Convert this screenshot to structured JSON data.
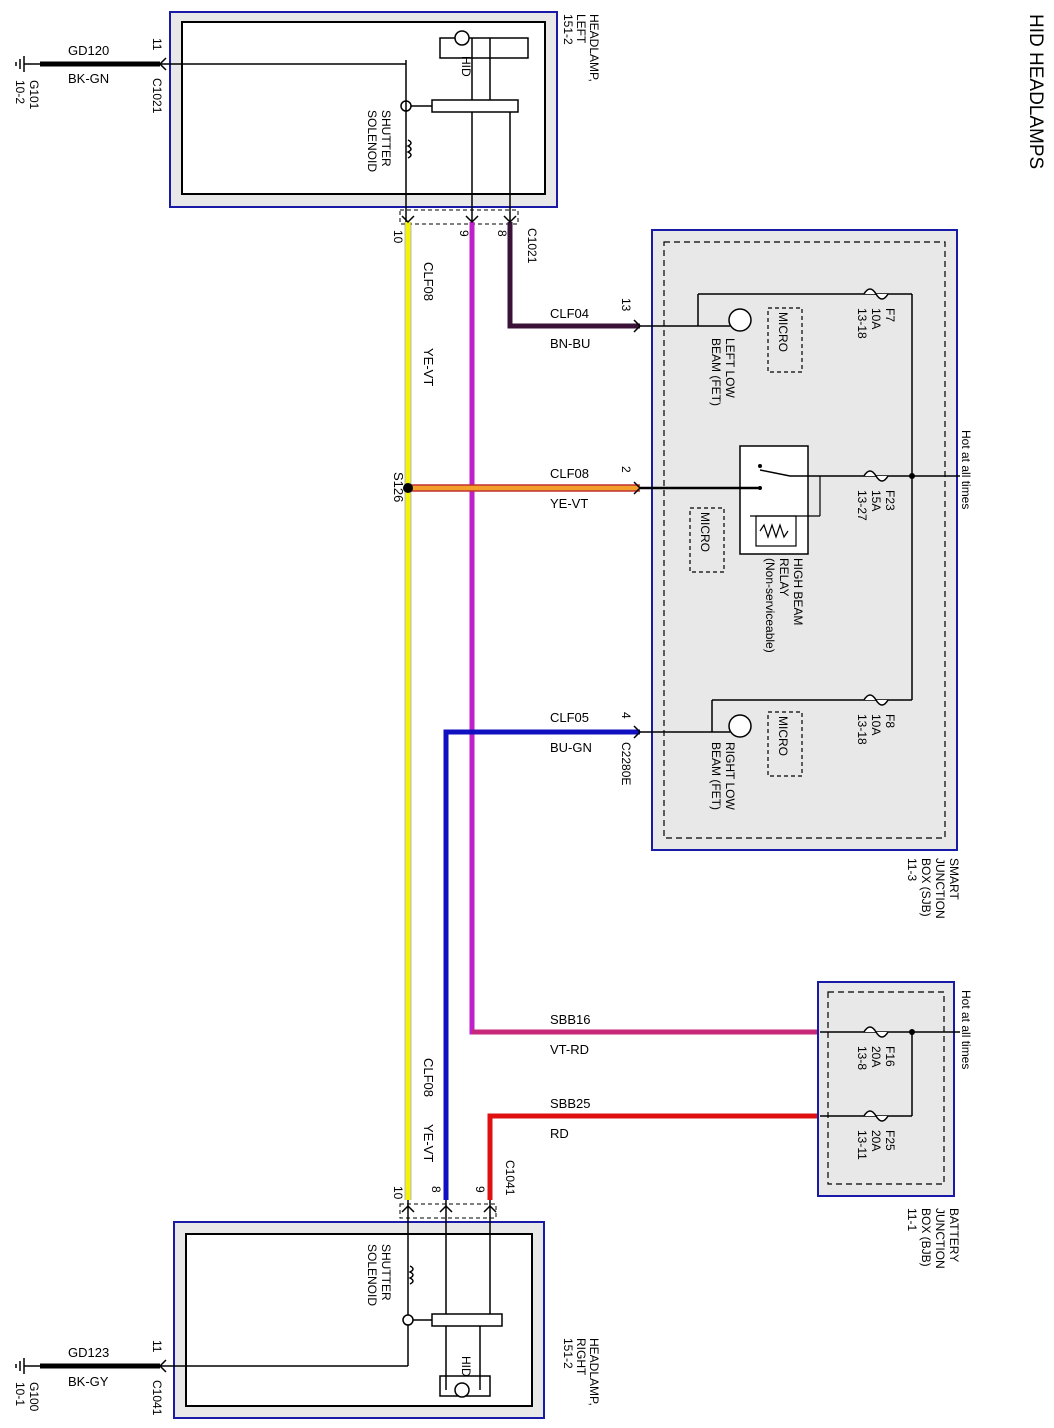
{
  "title": "HID HEADLAMPS",
  "colors": {
    "module_border": "#1a1aa8",
    "module_fill": "#e8e8e8",
    "wire_yellow": "#f2f20a",
    "wire_violet": "#c020c8",
    "wire_brown_blue": "#3a1238",
    "wire_blue": "#1010c0",
    "wire_red": "#e01010",
    "wire_violet_red": "#c8287a",
    "wire_black": "#000000"
  },
  "headlamp_left": {
    "name": "HEADLAMP,",
    "side": "LEFT",
    "ref": "151-2",
    "hid_label": "HID",
    "solenoid_line1": "SHUTTER",
    "solenoid_line2": "SOLENOID",
    "connector": "C1021",
    "pin_ground": "11",
    "pins": [
      "10",
      "9",
      "8"
    ]
  },
  "headlamp_right": {
    "name": "HEADLAMP,",
    "side": "RIGHT",
    "ref": "151-2",
    "hid_label": "HID",
    "solenoid_line1": "SHUTTER",
    "solenoid_line2": "SOLENOID",
    "connector": "C1041",
    "pin_ground": "11",
    "pins": [
      "10",
      "8",
      "9"
    ]
  },
  "grounds": {
    "left": {
      "circuit": "GD120",
      "color_code": "BK-GN",
      "ground": "G101",
      "ref": "10-2"
    },
    "right": {
      "circuit": "GD123",
      "color_code": "BK-GY",
      "ground": "G100",
      "ref": "10-1"
    }
  },
  "splice": "S126",
  "sjb": {
    "line1": "SMART",
    "line2": "JUNCTION",
    "line3": "BOX (SJB)",
    "ref": "11-3",
    "hot": "Hot at all times",
    "connector": "C2280E",
    "micro": "MICRO",
    "fuses": [
      {
        "id": "F7",
        "rating": "10A",
        "ref": "13-18"
      },
      {
        "id": "F23",
        "rating": "15A",
        "ref": "13-27"
      },
      {
        "id": "F8",
        "rating": "10A",
        "ref": "13-18"
      }
    ],
    "left_low_beam": [
      "LEFT LOW",
      "BEAM (FET)"
    ],
    "right_low_beam": [
      "RIGHT LOW",
      "BEAM (FET)"
    ],
    "relay": [
      "HIGH BEAM",
      "RELAY",
      "(Non-serviceable)"
    ]
  },
  "bjb": {
    "line1": "BATTERY",
    "line2": "JUNCTION",
    "line3": "BOX (BJB)",
    "ref": "11-1",
    "hot": "Hot at all times",
    "fuses": [
      {
        "id": "F16",
        "rating": "20A",
        "ref": "13-8"
      },
      {
        "id": "F25",
        "rating": "20A",
        "ref": "13-11"
      }
    ]
  },
  "circuits": {
    "clf04": {
      "circuit": "CLF04",
      "color_code": "BN-BU",
      "pin": "13"
    },
    "clf08": {
      "circuit": "CLF08",
      "color_code": "YE-VT",
      "pin": "2"
    },
    "clf05": {
      "circuit": "CLF05",
      "color_code": "BU-GN",
      "pin": "4"
    },
    "sbb16": {
      "circuit": "SBB16",
      "color_code": "VT-RD"
    },
    "sbb25": {
      "circuit": "SBB25",
      "color_code": "RD"
    },
    "clf08_upper": {
      "circuit": "CLF08",
      "color_code": "YE-VT"
    },
    "clf08_lower": {
      "circuit": "CLF08",
      "color_code": "YE-VT"
    }
  }
}
